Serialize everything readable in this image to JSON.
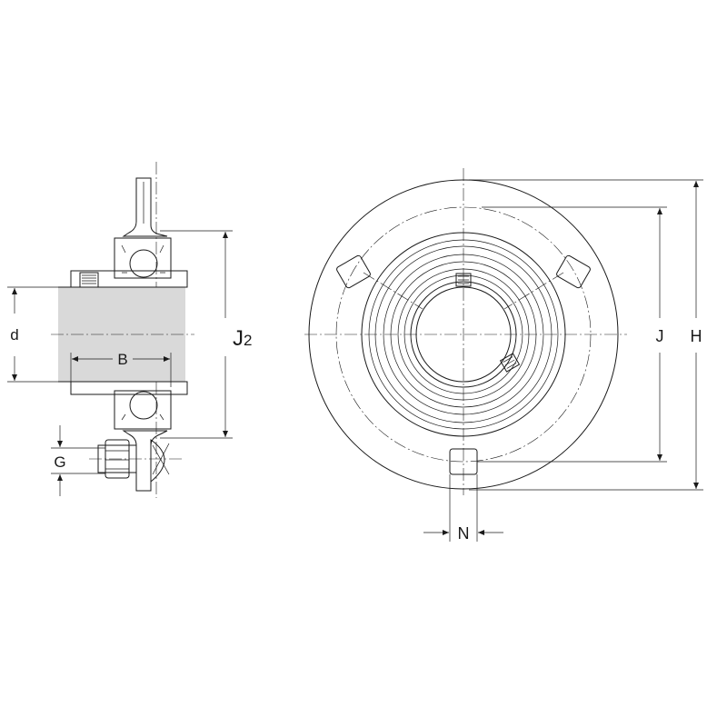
{
  "colors": {
    "line": "#1a1a1a",
    "housing_fill": "#c9d8ec",
    "shaft_fill": "#d9d9d9",
    "hub_fill": "#cfcfcf",
    "background": "#ffffff"
  },
  "labels": {
    "d": "d",
    "B": "B",
    "J2_main": "J",
    "J2_sub": "2",
    "G": "G",
    "J": "J",
    "H": "H",
    "N": "N"
  }
}
